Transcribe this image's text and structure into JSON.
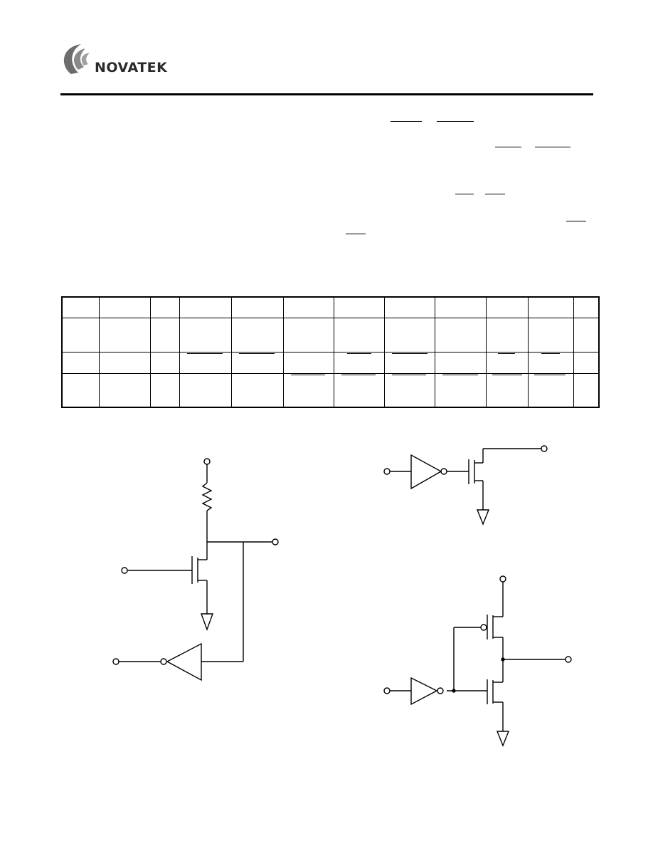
{
  "header": {
    "logo_text": "NOVATEK",
    "logo_colors": {
      "mark": "#777777",
      "text": "#2a2a2a"
    }
  },
  "pin_table": {
    "rows": 3,
    "columns": 12
  },
  "diagrams": {
    "open_drain_with_pullup": {
      "label": ""
    },
    "open_drain_inverted": {
      "label": ""
    },
    "cmos_push_pull": {
      "label": ""
    }
  }
}
